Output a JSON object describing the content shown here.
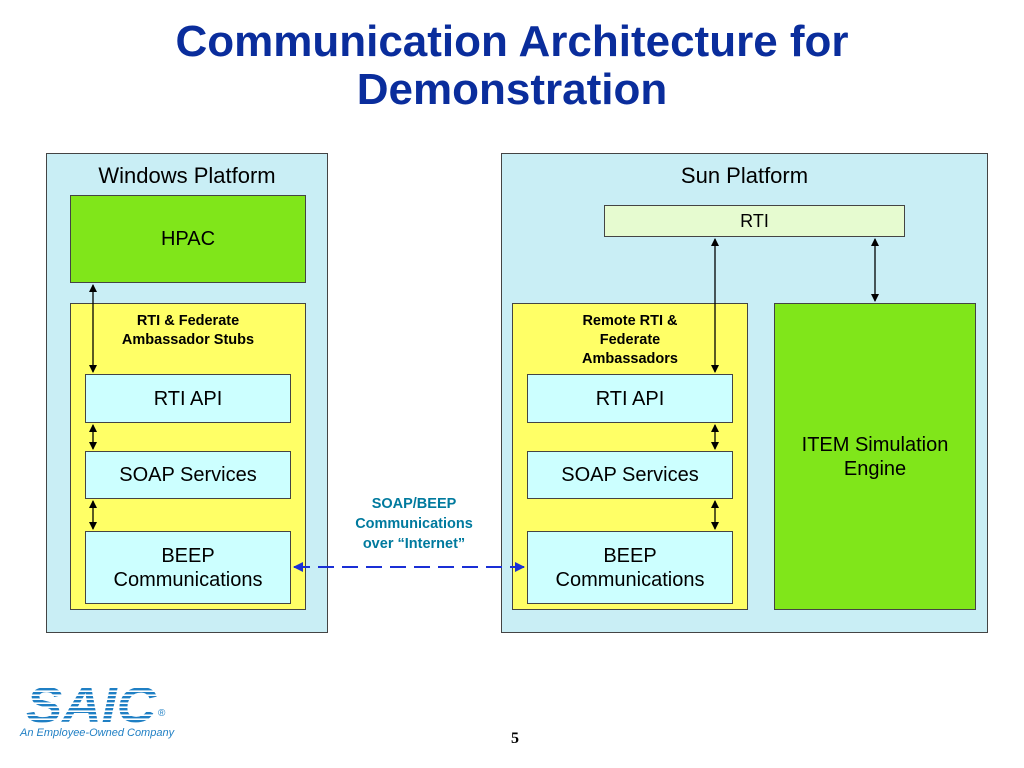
{
  "slide": {
    "title_line1": "Communication Architecture for",
    "title_line2": "Demonstration",
    "page_number": "5"
  },
  "windows": {
    "label": "Windows Platform",
    "hpac": "HPAC",
    "stubs_line1": "RTI & Federate",
    "stubs_line2": "Ambassador Stubs",
    "rti_api": "RTI API",
    "soap": "SOAP Services",
    "beep_line1": "BEEP",
    "beep_line2": "Communications"
  },
  "sun": {
    "label": "Sun Platform",
    "rti": "RTI",
    "remote_line1": "Remote RTI  &",
    "remote_line2": "Federate",
    "remote_line3": "Ambassadors",
    "rti_api": "RTI API",
    "soap": "SOAP Services",
    "beep_line1": "BEEP",
    "beep_line2": "Communications",
    "item_line1": "ITEM Simulation",
    "item_line2": "Engine"
  },
  "link": {
    "line1": "SOAP/BEEP",
    "line2": "Communications",
    "line3": "over “Internet”"
  },
  "logo": {
    "wordmark": "SAIC",
    "tagline": "An Employee-Owned Company",
    "registered_mark": "®"
  },
  "colors": {
    "title": "#0a2d9c",
    "platform_bg": "#c9eef5",
    "app_green": "#80e61a",
    "stub_yellow": "#ffff66",
    "module_cyan": "#ccffff",
    "internet_link": "#1a2fd6",
    "link_label": "#007a9e",
    "logo_blue": "#1f7fc4"
  }
}
